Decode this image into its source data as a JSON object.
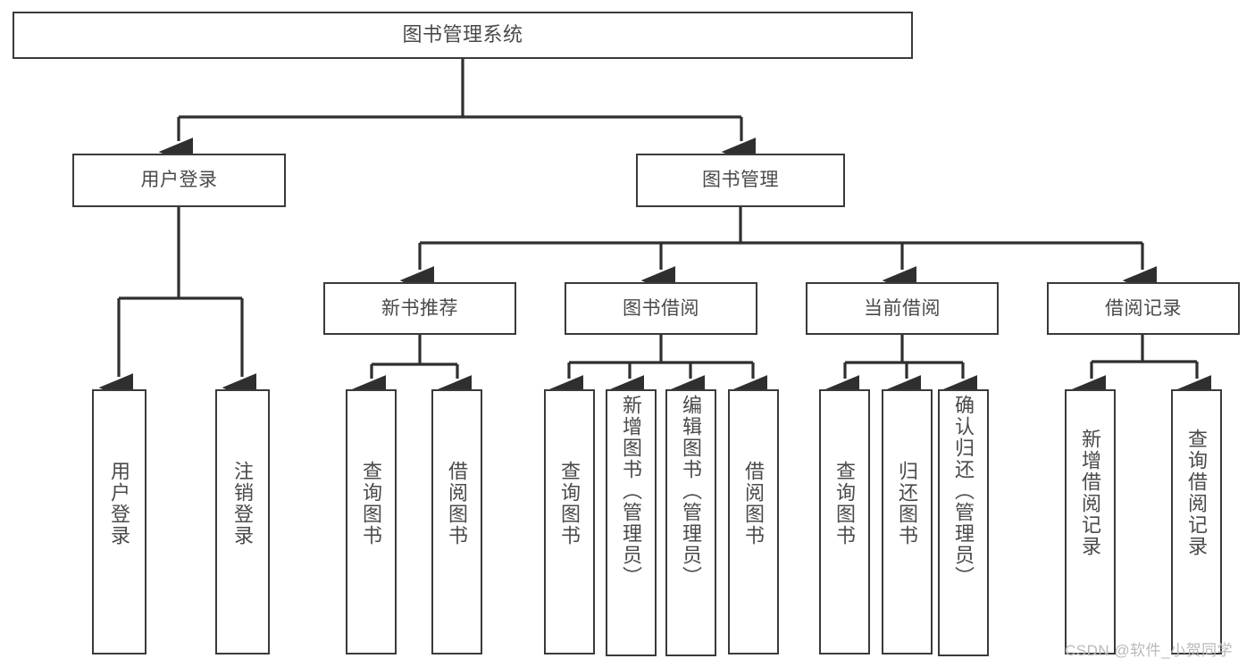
{
  "diagram": {
    "type": "tree-hierarchy",
    "title": "图书管理系统",
    "watermark": "CSDN @软件_小贺同学",
    "colors": {
      "box_border": "#3a3a3a",
      "box_fill": "#ffffff",
      "connector": "#2f2f2f",
      "text": "#4a4a4a",
      "watermark": "#b9b9b9",
      "background": "#ffffff"
    },
    "root": {
      "id": "root",
      "label": "图书管理系统"
    },
    "level1": [
      {
        "id": "user-login",
        "label": "用户登录"
      },
      {
        "id": "book-management",
        "label": "图书管理"
      }
    ],
    "level2": [
      {
        "id": "new-book-recommend",
        "label": "新书推荐",
        "parent": "book-management"
      },
      {
        "id": "book-borrow",
        "label": "图书借阅",
        "parent": "book-management"
      },
      {
        "id": "current-borrow",
        "label": "当前借阅",
        "parent": "book-management"
      },
      {
        "id": "borrow-record",
        "label": "借阅记录",
        "parent": "book-management"
      }
    ],
    "leaves": [
      {
        "id": "leaf-user-login",
        "label": "用户登录",
        "parent": "user-login"
      },
      {
        "id": "leaf-logout-login",
        "label": "注销登录",
        "parent": "user-login"
      },
      {
        "id": "leaf-query-book-1",
        "label": "查询图书",
        "parent": "new-book-recommend"
      },
      {
        "id": "leaf-borrow-book-1",
        "label": "借阅图书",
        "parent": "new-book-recommend"
      },
      {
        "id": "leaf-query-book-2",
        "label": "查询图书",
        "parent": "book-borrow"
      },
      {
        "id": "leaf-add-book",
        "label": "新增图书（管理员）",
        "parent": "book-borrow"
      },
      {
        "id": "leaf-edit-book",
        "label": "编辑图书（管理员）",
        "parent": "book-borrow"
      },
      {
        "id": "leaf-borrow-book-2",
        "label": "借阅图书",
        "parent": "book-borrow"
      },
      {
        "id": "leaf-query-book-3",
        "label": "查询图书",
        "parent": "current-borrow"
      },
      {
        "id": "leaf-return-book",
        "label": "归还图书",
        "parent": "current-borrow"
      },
      {
        "id": "leaf-confirm-return",
        "label": "确认归还（管理员）",
        "parent": "current-borrow"
      },
      {
        "id": "leaf-add-record",
        "label": "新增借阅记录",
        "parent": "borrow-record"
      },
      {
        "id": "leaf-query-record",
        "label": "查询借阅记录",
        "parent": "borrow-record"
      }
    ]
  }
}
